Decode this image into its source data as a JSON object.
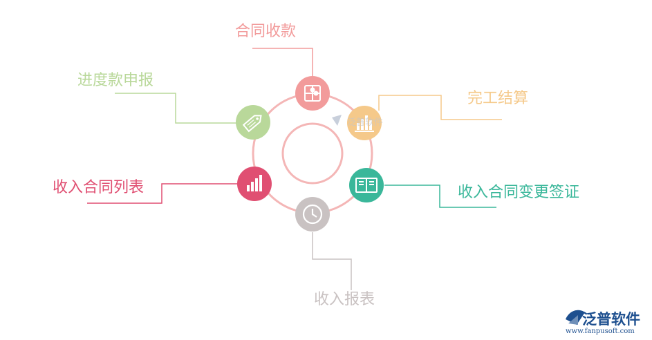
{
  "labels": {
    "contract_receipt": "合同收款",
    "progress_payment_report": "进度款申报",
    "completion_settlement": "完工结算",
    "income_contract_list": "收入合同列表",
    "income_contract_change_visa": "收入合同变更签证",
    "income_report": "收入报表"
  },
  "watermark": {
    "center": "泛普软件"
  },
  "brand": {
    "name": "泛普软件",
    "url": "www.fanpusoft.com"
  },
  "colors": {
    "contract_receipt": "#f29b9b",
    "progress_payment_report": "#b9d89a",
    "completion_settlement": "#f5c98a",
    "income_contract_list": "#e04f72",
    "income_contract_change_visa": "#3ab79a",
    "income_report": "#c9c2c2",
    "ring": "#f4b6b6",
    "brand": "#1d4f8f"
  },
  "icons": {
    "contract_receipt": "puzzle-icon",
    "progress_payment_report": "tag-icon",
    "completion_settlement": "bar-chart-icon",
    "income_contract_list": "bar-chart-icon",
    "income_contract_change_visa": "open-book-icon",
    "income_report": "clock-icon"
  }
}
